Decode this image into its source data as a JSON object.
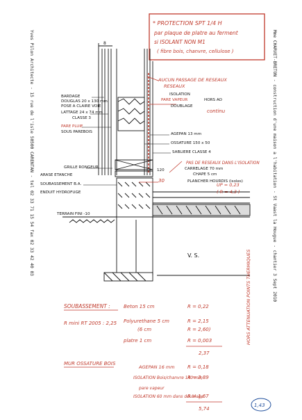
{
  "left_margin": "Yves Pilon Architecte - 15 rue de l'isle 50500 CARENTAN - tel 02 33 71 15 54 fax 02 33 42 40 03",
  "right_margin": "Mme CHARVET-BRETON - construction d'une maison a l'habitation - St Vaast la Hougue - chantier 3 Sept 2010",
  "red_box": {
    "line1": "* PROTECTION SPT 1/4 H",
    "line2": "par plaque de platre au ferment",
    "line3": "si ISOLANT NON M1",
    "line4": "( fibre bois, chanvre, cellulose )"
  },
  "labels": {
    "dim_top": "8",
    "bardage": "BARDAGE",
    "douglas": "DOUGLAS 20 x 130 mm",
    "pose": "POSE A CLAIRE VOIE",
    "lattage": "LATTAGE 24 x 74 mm",
    "classe3": "CLASSE 3",
    "pare_pluie": "PARE PLUIE",
    "sous_pare": "SOUS PAREBOIS",
    "grille": "GRILLE RONGEUR",
    "arase": "ARASE ETANCHE",
    "soubassement_bp": "SOUBASSEMENT B.A.",
    "enduit": "ENDUIT HYDROFUGE",
    "terrain": "TERRAIN FINI -10",
    "aucun": "AUCUN PASSAGE DE RESEAUX",
    "reseaux": "RESEAUX",
    "isolation": "ISOLATION",
    "pare_vapeur": "PARE VAPEUR",
    "doublage": "DOUBLAGE",
    "hors_ao": "HORS AO",
    "continu": "continu",
    "agepan": "AGEPAN 13 mm",
    "ossature": "OSSATURE 150 x 50",
    "sabliere": "SABLIERE CLASSE 4",
    "dim_120": "120",
    "dim_30": "30",
    "carrelage": "CARRELAGE 70 mm",
    "chape": "CHAPE 5 cm",
    "plancher": "PLANCHER HOURDIS (isoles)",
    "up": "UP = 0,23",
    "r_up": "( R = 4,3 )",
    "pas_reseaux": "PAS DE RESEAUX DANS L'ISOLATION",
    "vs": "V. S.",
    "hors_attenuation": "HORS ATTENUATION POINTS THERMIQUES"
  },
  "soubassement": {
    "title": "SOUBASSEMENT :",
    "rmini": "R mini RT 2005 : 2,25",
    "rows": [
      {
        "material": "Beton 15 cm",
        "r": "R = 0,22"
      },
      {
        "material": "Polyurethane 5 cm",
        "r": "R = 2,15"
      },
      {
        "material": "(6 cm",
        "r": "R = 2,60)"
      },
      {
        "material": "platre 1 cm",
        "r": "R = 0,003"
      }
    ],
    "total": "2,37"
  },
  "mur": {
    "title": "MUR OSSATURE BOIS",
    "rows": [
      {
        "material": "AGEPAN 16 mm",
        "r": "R = 0,18"
      },
      {
        "material": "ISOLATION Bois/chanvre 140 mm",
        "r": "R = 3,89"
      },
      {
        "material": "pare vapeur",
        "r": ""
      },
      {
        "material": "ISOLATION 60 mm dans doublage",
        "r": "R = 1,67"
      }
    ],
    "total": "5,74",
    "circled": "1,43"
  }
}
